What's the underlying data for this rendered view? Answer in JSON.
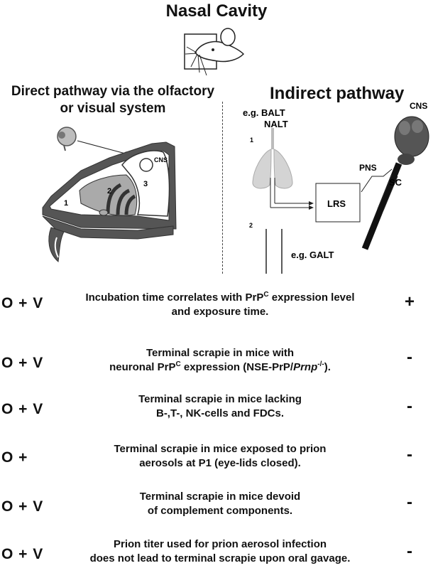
{
  "title": "Nasal Cavity",
  "direct_header": "Direct pathway via the olfactory or visual system",
  "indirect_header": "Indirect pathway",
  "direct_labels": {
    "cns": "CNS",
    "n1": "1",
    "n2": "2",
    "n3": "3"
  },
  "indirect_labels": {
    "balt": "e.g. BALT",
    "nalt": "NALT",
    "route1": "1",
    "route2": "2",
    "lrs": "LRS",
    "pns": "PNS",
    "sc": "SC",
    "cns": "CNS",
    "galt": "e.g. GALT"
  },
  "rows": [
    {
      "code": "O + V",
      "text_a": "Incubation time correlates with PrP",
      "sup": "C",
      "text_b": " expression level",
      "text_c": "and exposure time.",
      "result": "+"
    },
    {
      "code": "O + V",
      "text_a": "Terminal scrapie in mice with",
      "text_b": "neuronal PrP",
      "sup": "C",
      "text_c": " expression (NSE-PrP/",
      "italic": "Prnp",
      "sup2": "-/-",
      "text_d": ").",
      "result": "-"
    },
    {
      "code": "O + V",
      "text_a": "Terminal scrapie in mice lacking",
      "text_b": "B-,T-, NK-cells and FDCs.",
      "result": "-"
    },
    {
      "code": "O +",
      "text_a": "Terminal scrapie in mice exposed to prion",
      "text_b": "aerosols at P1 (eye-lids closed).",
      "result": "-"
    },
    {
      "code": "O + V",
      "text_a": "Terminal scrapie in mice devoid",
      "text_b": "of complement components.",
      "result": "-"
    },
    {
      "code": "O + V",
      "text_a": "Prion titer used for prion aerosol infection",
      "text_b": "does not lead to terminal scrapie upon oral gavage.",
      "result": "-"
    }
  ]
}
